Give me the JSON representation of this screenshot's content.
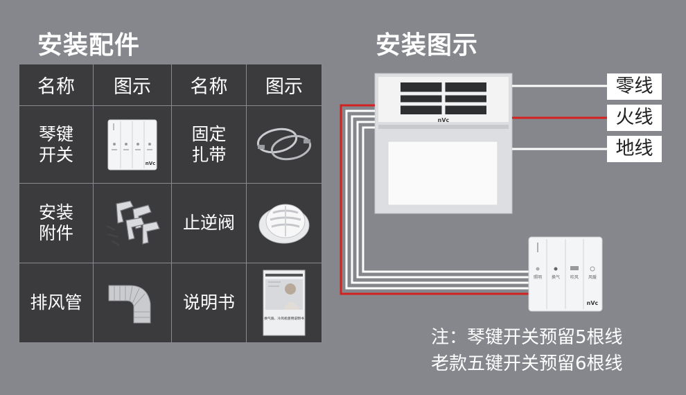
{
  "parts_section": {
    "title": "安装配件",
    "headers": [
      "名称",
      "图示",
      "名称",
      "图示"
    ],
    "items": [
      {
        "name": "琴键\n开关",
        "icon": "rocker-switch-icon"
      },
      {
        "name": "固定\n扎带",
        "icon": "cable-tie-icon"
      },
      {
        "name": "安装\n附件",
        "icon": "mounting-brackets-icon"
      },
      {
        "name": "止逆阀",
        "icon": "check-valve-icon"
      },
      {
        "name": "排风管",
        "icon": "exhaust-duct-icon"
      },
      {
        "name": "说明书",
        "icon": "manual-booklet-icon"
      }
    ]
  },
  "diagram_section": {
    "title": "安装图示",
    "wire_labels": {
      "neutral": "零线",
      "live": "火线",
      "ground": "地线"
    },
    "colors": {
      "live_wire": "#d42020",
      "wire": "#ffffff"
    }
  },
  "switch_labels": [
    "照明",
    "换气",
    "吹风",
    "风暖"
  ],
  "brand_mark": "nVc",
  "manual_cover_text": "换气扇、冷风机使用说明书",
  "notes": {
    "line1": "注：琴键开关预留5根线",
    "line2": "老款五键开关预留6根线"
  }
}
